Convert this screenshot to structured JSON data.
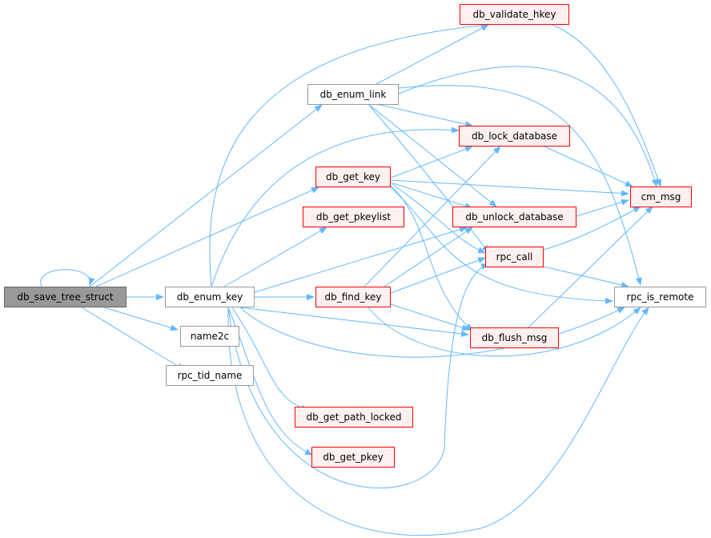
{
  "nodes": {
    "root": "db_save_tree_struct",
    "enum_key": "db_enum_key",
    "name2c": "name2c",
    "rpc_tid_name": "rpc_tid_name",
    "enum_link": "db_enum_link",
    "validate_hkey": "db_validate_hkey",
    "lock_database": "db_lock_database",
    "get_key": "db_get_key",
    "get_pkeylist": "db_get_pkeylist",
    "unlock_database": "db_unlock_database",
    "cm_msg": "cm_msg",
    "rpc_call": "rpc_call",
    "rpc_is_remote": "rpc_is_remote",
    "find_key": "db_find_key",
    "flush_msg": "db_flush_msg",
    "get_path_locked": "db_get_path_locked",
    "get_pkey": "db_get_pkey"
  },
  "colors": {
    "edge": "#63b8ff",
    "red_border": "#ff0000",
    "red_fill": "#fff0f0",
    "root_fill": "#999999"
  }
}
